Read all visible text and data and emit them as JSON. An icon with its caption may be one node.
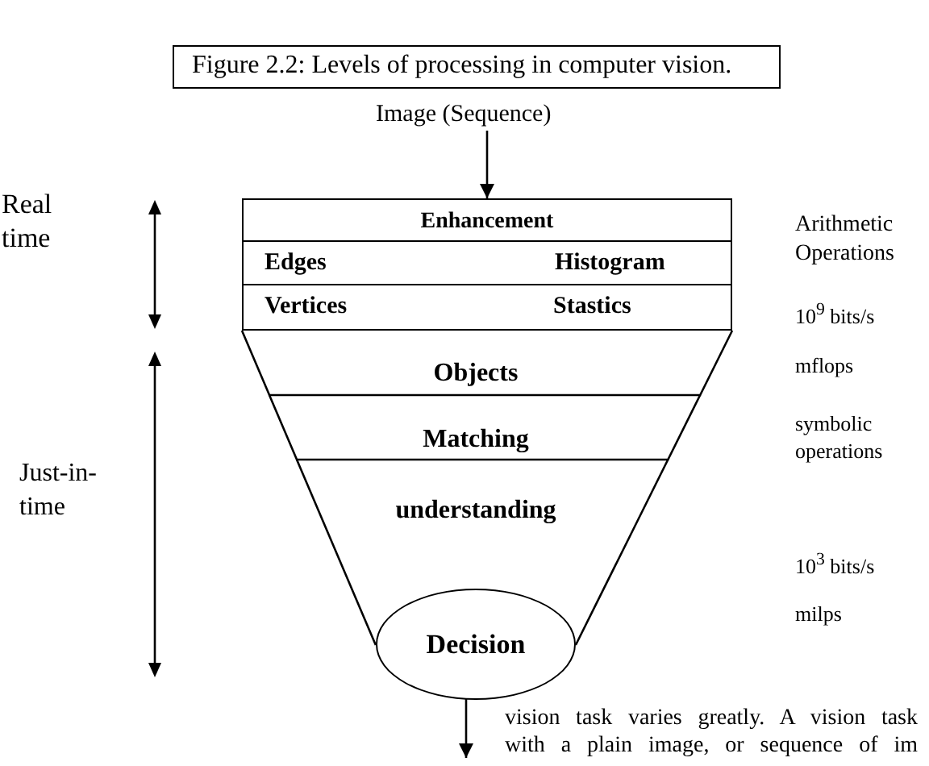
{
  "diagram": {
    "caption": "Figure 2.2: Levels of processing in computer vision.",
    "nodes": [
      {
        "text": [
          "Image (Sequence)"
        ]
      },
      {
        "text": [
          "Enhancement"
        ]
      },
      {
        "text": [
          "Edges",
          "Histogram"
        ]
      },
      {
        "text": [
          "Vertices",
          "Stastics"
        ]
      },
      {
        "text": [
          "Objects"
        ]
      },
      {
        "text": [
          "Matching"
        ]
      },
      {
        "text": [
          "understanding"
        ]
      },
      {
        "text": [
          "Decision"
        ]
      }
    ],
    "edges": [
      {
        "from": 0,
        "to": 1,
        "arrow": "to"
      },
      {
        "from": 7,
        "to": null,
        "arrow": "to"
      }
    ],
    "labels": [
      "Real time",
      "Arithmetic Operations",
      "10$^{9}$ bits/s",
      "mflops",
      "symbolic operations",
      "Just-in-time",
      "10$^{3}$ bits/s",
      "milps",
      "vision task varies greatly. A vision task with a plain image, or sequence of im"
    ]
  }
}
